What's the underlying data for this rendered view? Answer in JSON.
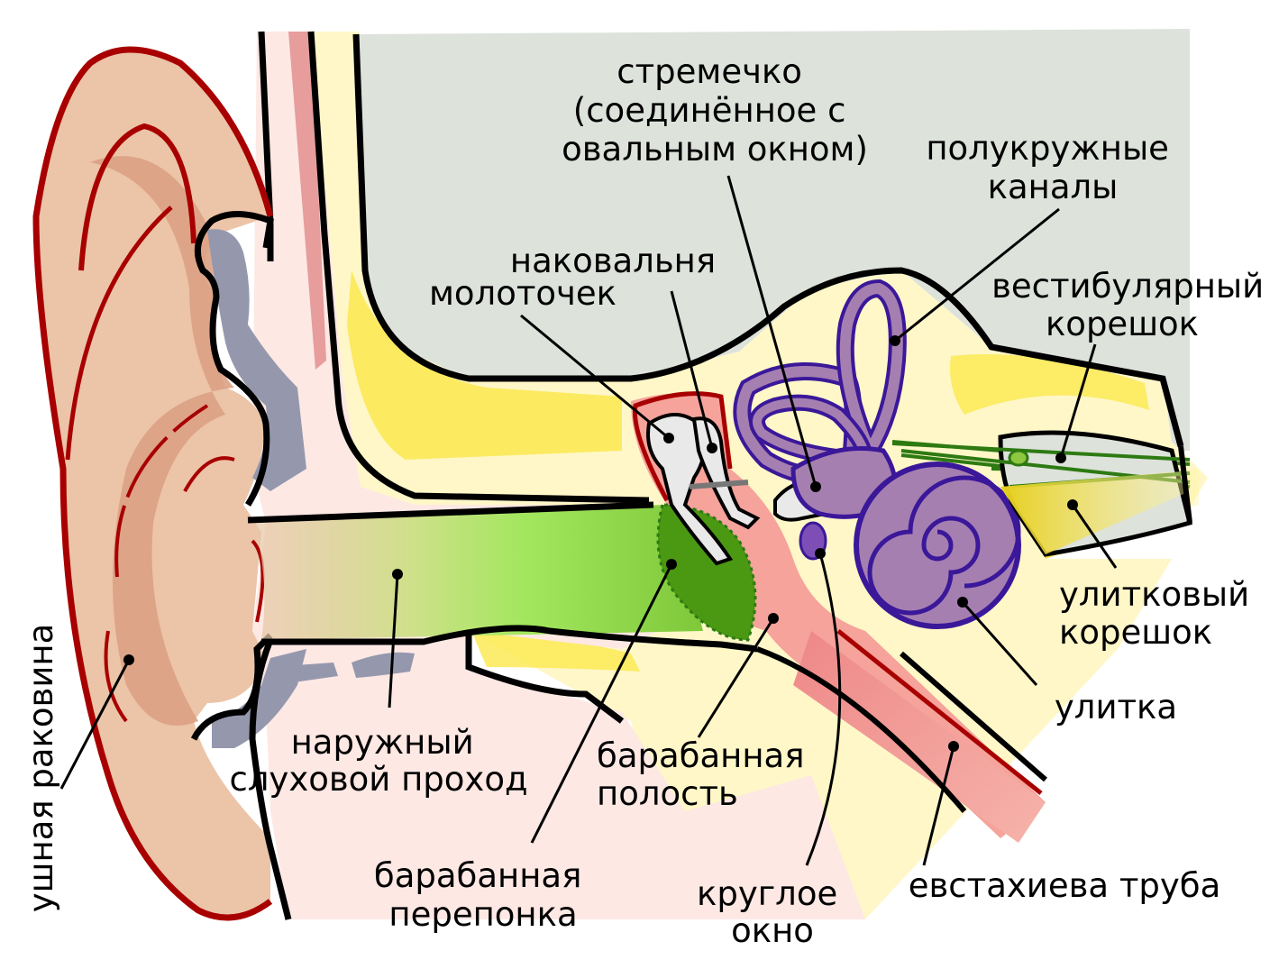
{
  "labels": {
    "stirrup": [
      "стремечко",
      "(соединённое с",
      "овальным окном)"
    ],
    "semicircular_canals": [
      "полукружные",
      "каналы"
    ],
    "incus": [
      "наковальня"
    ],
    "malleus": [
      "молоточек"
    ],
    "vestibular_root": [
      "вестибулярный",
      "корешок"
    ],
    "cochlear_root": [
      "улитковый",
      "корешок"
    ],
    "cochlea": [
      "улитка"
    ],
    "ear_canal": [
      "наружный",
      "слуховой проход"
    ],
    "tympanic_cavity": [
      "барабанная",
      "полость"
    ],
    "eardrum": [
      "барабанная",
      "перепонка"
    ],
    "round_window": [
      "круглое",
      "окно"
    ],
    "eustachian_tube": [
      "евстахиева труба"
    ],
    "auricle": [
      "ушная раковина"
    ]
  },
  "colors": {
    "skull_gray": "#dde2db",
    "bone_yellow": "#fff7c8",
    "bone_yellow_dark": "#fbe84e",
    "skin_pink": "#fde8e4",
    "auricle_tan": "#ecc4a8",
    "auricle_dark": "#dca184",
    "cartilage_blue": "#9598ad",
    "canal_green": "#9ce35a",
    "eardrum_green": "#4b9812",
    "cavity_red": "#f5a39b",
    "labyrinth_purple": "#a67fb1",
    "labyrinth_outline": "#3a1899",
    "nerve_green": "#2d7a12",
    "outline_red": "#a80000"
  }
}
